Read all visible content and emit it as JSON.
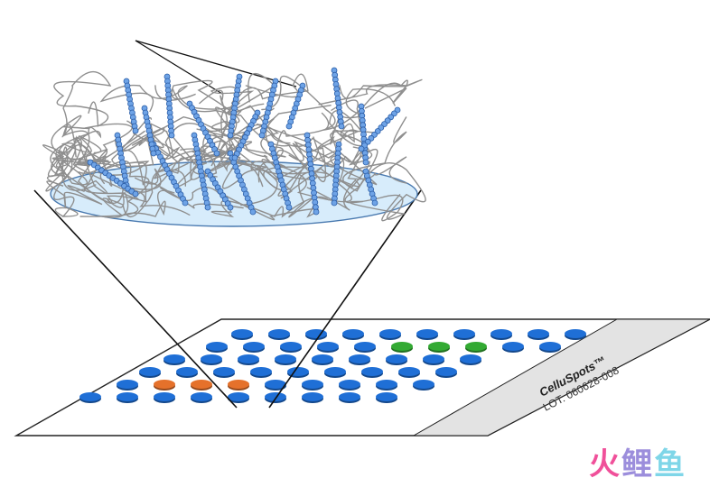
{
  "slide": {
    "brand": "CelluSpots™",
    "lot": "LOT: 060628-008"
  },
  "spot_array": {
    "rows": 6,
    "columns": [
      10,
      10,
      9,
      9,
      9,
      9
    ],
    "highlighted": [
      {
        "row": 1,
        "indices": [
          5,
          6,
          7
        ],
        "color": "#33aa33"
      },
      {
        "row": 4,
        "indices": [
          1,
          2,
          3
        ],
        "color": "#e5712b"
      }
    ],
    "default_color": "#1f6fd6"
  },
  "colors": {
    "spot_blue": "#1f6fd6",
    "spot_green": "#33aa33",
    "spot_orange": "#e5712b",
    "disk_fill": "#d7ecfb",
    "fiber": "#8a8a8a",
    "bead": "#4a86d4"
  },
  "watermark": {
    "char1": "火",
    "char2": "鲤",
    "char3": "鱼"
  }
}
